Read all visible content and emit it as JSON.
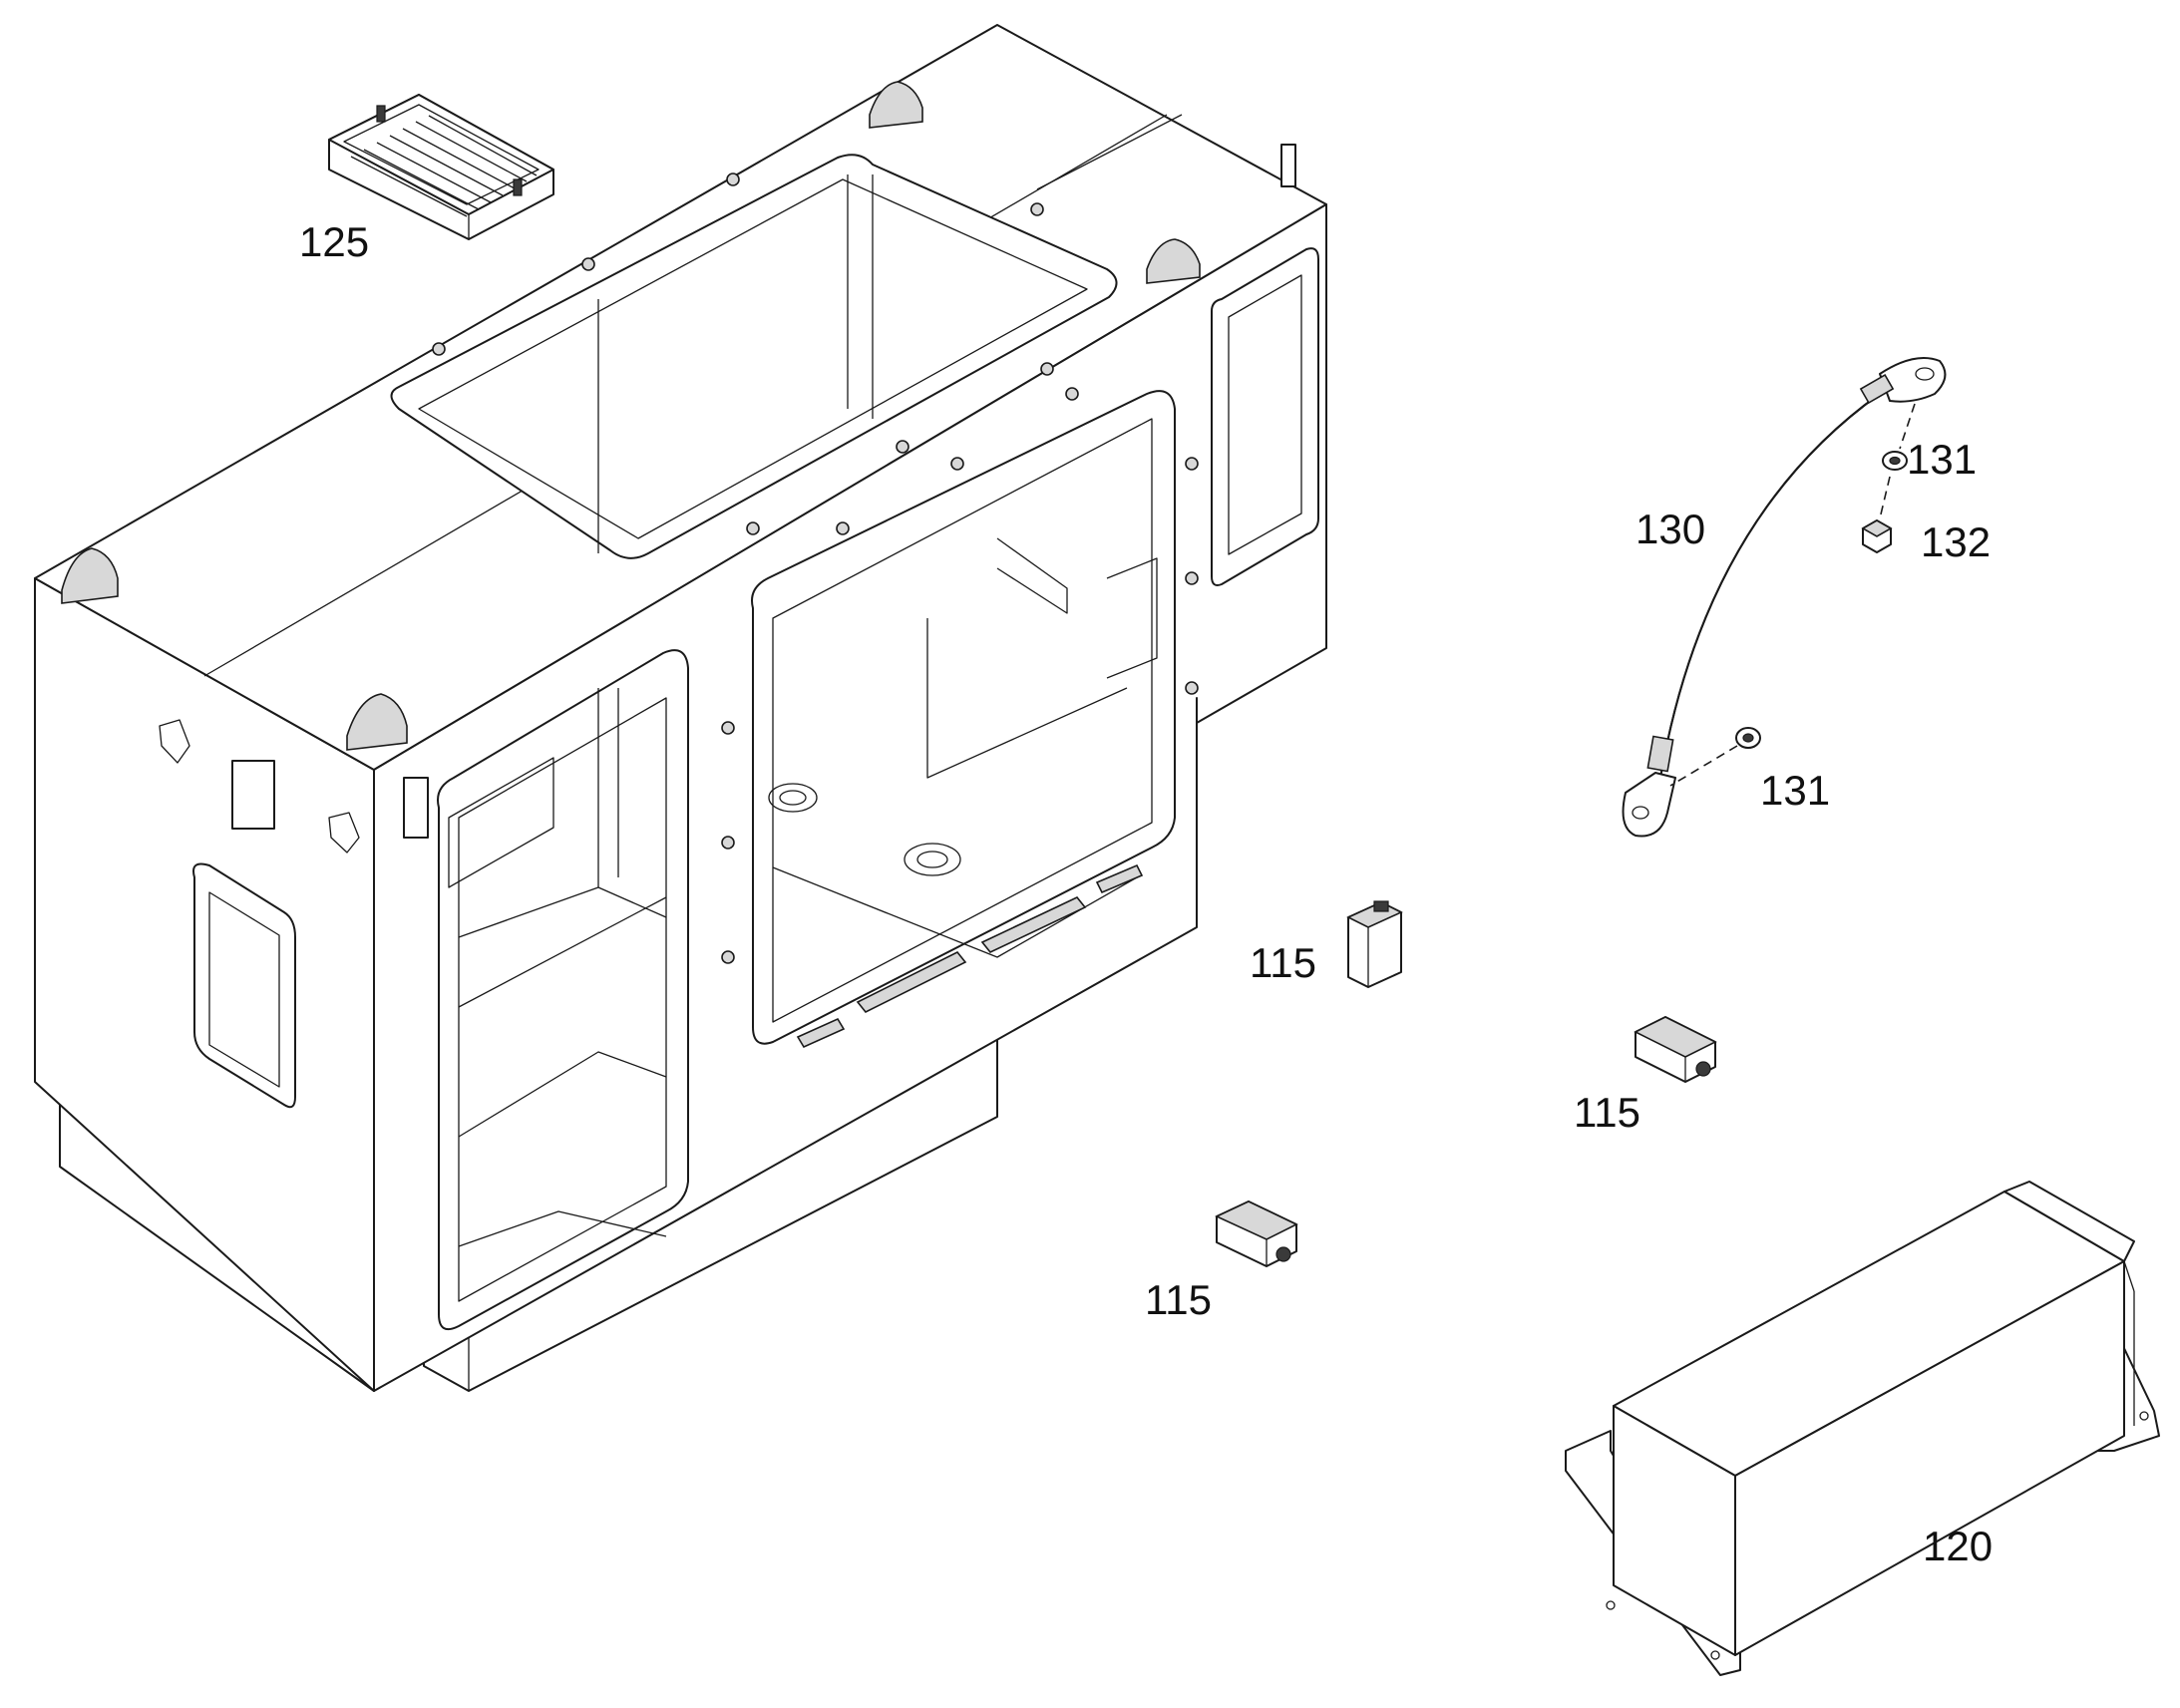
{
  "callouts": {
    "c125": "125",
    "c130": "130",
    "c131_top": "131",
    "c132": "132",
    "c131_bottom": "131",
    "c115_a": "115",
    "c115_b": "115",
    "c115_c": "115",
    "c120": "120"
  },
  "colors": {
    "line": "#1a1a1a",
    "background": "#ffffff"
  }
}
